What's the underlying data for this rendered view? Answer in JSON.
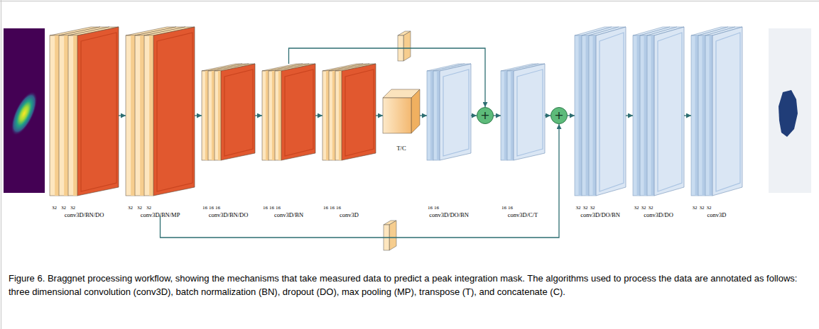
{
  "diagram": {
    "caption": "Figure 6. Braggnet processing workflow, showing the mechanisms that take measured data to predict a peak integration mask. The algorithms used to process the data are annotated as follows: three dimensional convolution (conv3D), batch normalization (BN), dropout (DO), max pooling (MP), transpose (T), and concatenate (C).",
    "nodes": [
      {
        "text": [
          "32",
          "32",
          "32",
          "conv3D/BN/DO"
        ]
      },
      {
        "text": [
          "32",
          "32",
          "32",
          "conv3D/BN/MP"
        ]
      },
      {
        "text": [
          "16",
          "16",
          "16",
          "conv3D/BN/DO"
        ]
      },
      {
        "text": [
          "16",
          "16",
          "16",
          "conv3D/BN"
        ]
      },
      {
        "text": [
          "16",
          "16",
          "16",
          "conv3D"
        ]
      },
      {
        "text": [
          "T/C"
        ]
      },
      {
        "text": [
          "16",
          "16",
          "conv3D/DO/BN"
        ]
      },
      {
        "text": [
          "+"
        ]
      },
      {
        "text": [
          "16",
          "16",
          "conv3D/C/T"
        ]
      },
      {
        "text": [
          "+"
        ]
      },
      {
        "text": [
          "32",
          "32",
          "32",
          "conv3D/DO/BN"
        ]
      },
      {
        "text": [
          "32",
          "32",
          "32",
          "conv3D/DO"
        ]
      },
      {
        "text": [
          "32",
          "32",
          "32",
          "conv3D"
        ]
      }
    ],
    "edges": [
      {
        "from": 0,
        "to": 1,
        "arrow": "to"
      },
      {
        "from": 1,
        "to": 2,
        "arrow": "to"
      },
      {
        "from": 2,
        "to": 3,
        "arrow": "to"
      },
      {
        "from": 3,
        "to": 4,
        "arrow": "to"
      },
      {
        "from": 4,
        "to": 5,
        "arrow": "to"
      },
      {
        "from": 5,
        "to": 6,
        "arrow": "to"
      },
      {
        "from": 6,
        "to": 7,
        "arrow": "to"
      },
      {
        "from": 7,
        "to": 8,
        "arrow": "to"
      },
      {
        "from": 8,
        "to": 9,
        "arrow": "to"
      },
      {
        "from": 9,
        "to": 10,
        "arrow": "to"
      },
      {
        "from": 10,
        "to": 11,
        "arrow": "to"
      },
      {
        "from": 11,
        "to": 12,
        "arrow": "to"
      },
      {
        "from": 3,
        "to": 7,
        "arrow": "to"
      },
      {
        "from": 1,
        "to": 9,
        "arrow": "to"
      }
    ]
  }
}
